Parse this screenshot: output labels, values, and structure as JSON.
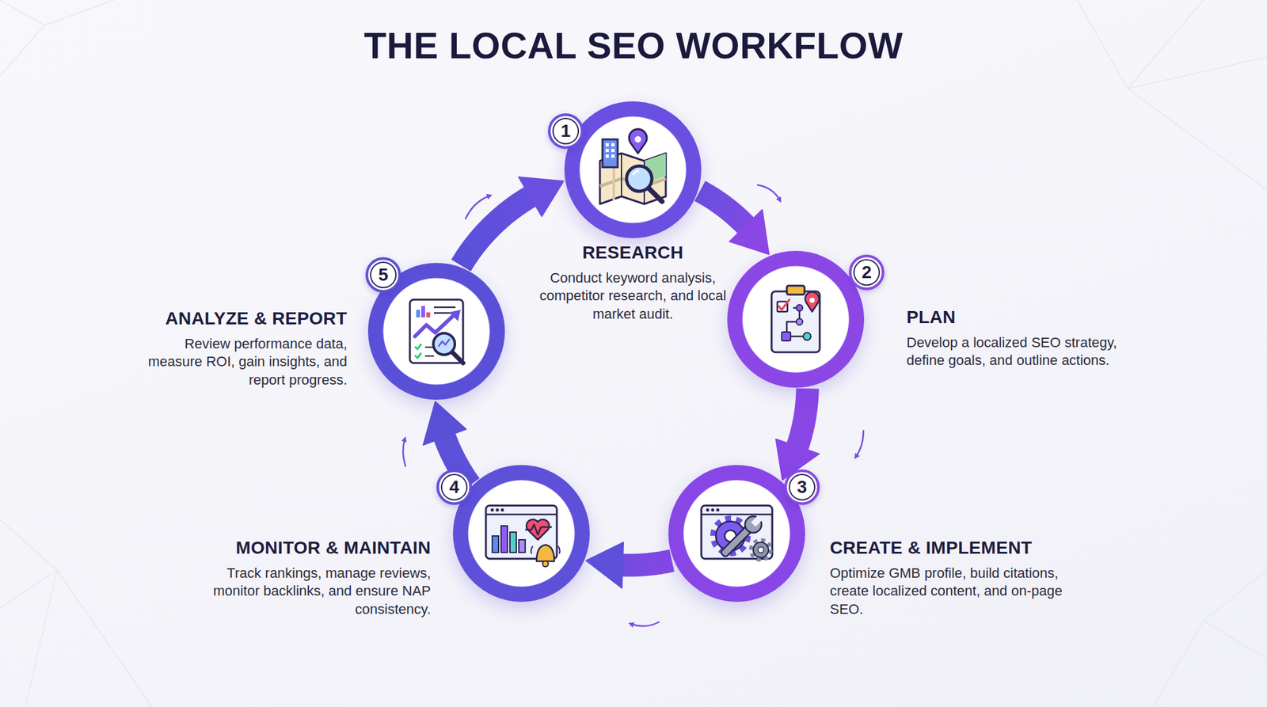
{
  "diagram": {
    "title": "THE LOCAL SEO WORKFLOW",
    "nodes": [
      {
        "text": [
          "RESEARCH",
          "Conduct keyword analysis, competitor research, and local market audit."
        ]
      },
      {
        "text": [
          "PLAN",
          "Develop a localized SEO strategy, define goals, and outline actions."
        ]
      },
      {
        "text": [
          "CREATE & IMPLEMENT",
          "Optimize GMB profile, build citations, create localized content, and on-page SEO."
        ]
      },
      {
        "text": [
          "MONITOR & MAINTAIN",
          "Track rankings, manage reviews, monitor backlinks, and ensure NAP consistency."
        ]
      },
      {
        "text": [
          "ANALYZE & REPORT",
          "Review performance data, measure ROI, gain insights, and report progress."
        ]
      }
    ],
    "edges": [
      {
        "from": 0,
        "to": 1,
        "arrow": "to"
      },
      {
        "from": 1,
        "to": 2,
        "arrow": "to"
      },
      {
        "from": 2,
        "to": 3,
        "arrow": "to"
      },
      {
        "from": 3,
        "to": 4,
        "arrow": "to"
      },
      {
        "from": 4,
        "to": 0,
        "arrow": "to"
      }
    ],
    "labels": [
      "1",
      "2",
      "3",
      "4",
      "5"
    ]
  }
}
